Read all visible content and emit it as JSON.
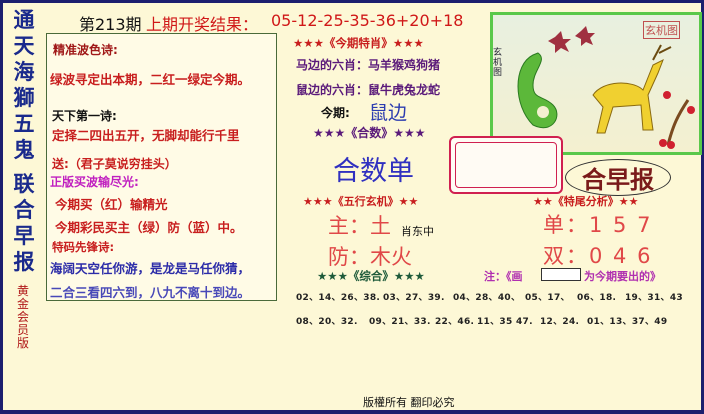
{
  "left_column": {
    "chars": [
      "通",
      "天",
      "海",
      "獅",
      "五",
      "鬼",
      "联",
      "合",
      "早",
      "报"
    ],
    "subtitle": "黄金会员版"
  },
  "header": {
    "issue": "第213期",
    "result_label": "上期开奖结果：",
    "result_numbers": "05-12-25-35-36+20+18"
  },
  "poems": {
    "title1": "精准波色诗:",
    "line1": "绿波寻定出本期，二红一绿定今期。",
    "title2": "天下第一诗:",
    "line2": "定择二四出五开，无脚却能行千里",
    "send": "送:（君子莫说穷挂头）",
    "title3": "正版买波输尽光:",
    "line3a": "今期买（红）输精光",
    "line3b": "今期彩民买主（绿）防（蓝）中。",
    "title4": "特码先锋诗:",
    "line4a": "海阔天空任你游，是龙是马任你猜，",
    "line4b": "二合三看四六到，八九不离十到边。"
  },
  "zodiac": {
    "title": "★★★《今期特肖》★★★",
    "horse_side": "马边的六肖：马羊猴鸡狗猪",
    "rat_side": "鼠边的六肖：鼠牛虎兔龙蛇",
    "this_label": "今期:",
    "this_value": "鼠边"
  },
  "heshu": {
    "title": "★★★《合数》★★★",
    "value": "合数单"
  },
  "wuxing": {
    "title": "★★★《五行玄机》★★",
    "main": "主：土",
    "guard": "防：木火",
    "overlay": "肖东中"
  },
  "tail": {
    "title": "★★《特尾分析》★★",
    "single": "单：1 5 7",
    "double": "双：0 4 6"
  },
  "brand": {
    "name": "合早报",
    "seal": "玄机图",
    "side": "玄机图"
  },
  "zonghe": {
    "title": "★★★《综合》★★★",
    "note_prefix": "注：《画",
    "note_suffix": "为今期要出的》",
    "row1": [
      "02、14、26、38.",
      "03、27、39.",
      "04、28、40、",
      "05、17、",
      "06、18.",
      "19、31、43"
    ],
    "row2": [
      "08、20、32.",
      "09、21、33.",
      "22、46.",
      "11、35 47.",
      "12、24.",
      "01、13、37、49"
    ]
  },
  "footer": {
    "copyright": "版權所有 翻印必究"
  },
  "colors": {
    "border": "#1c1f6e",
    "background": "#fdf8d6",
    "red": "#c81e1e",
    "blue": "#2c2ca8"
  }
}
